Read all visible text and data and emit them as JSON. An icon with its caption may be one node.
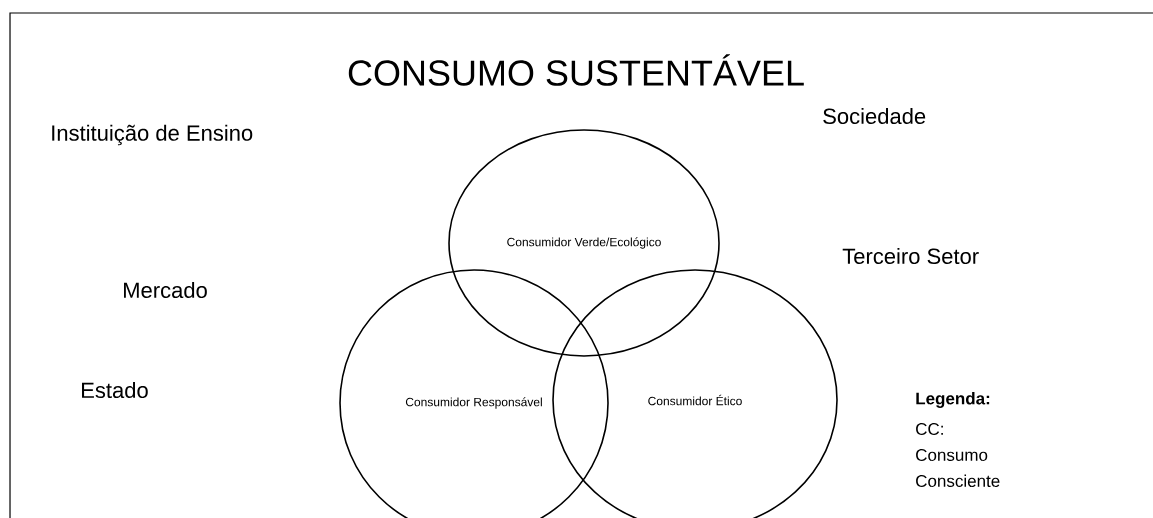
{
  "diagram": {
    "title": "CONSUMO SUSTENTÁVEL",
    "nodes": [
      {
        "text": [
          "Consumidor Verde/Ecológico"
        ]
      },
      {
        "text": [
          "Consumidor Responsável"
        ]
      },
      {
        "text": [
          "Consumidor Ético"
        ]
      }
    ],
    "labels": [
      "Instituição de Ensino",
      "Sociedade",
      "Terceiro Setor",
      "Mercado",
      "Estado",
      "Legenda:",
      "CC: Consumo Consciente"
    ]
  }
}
